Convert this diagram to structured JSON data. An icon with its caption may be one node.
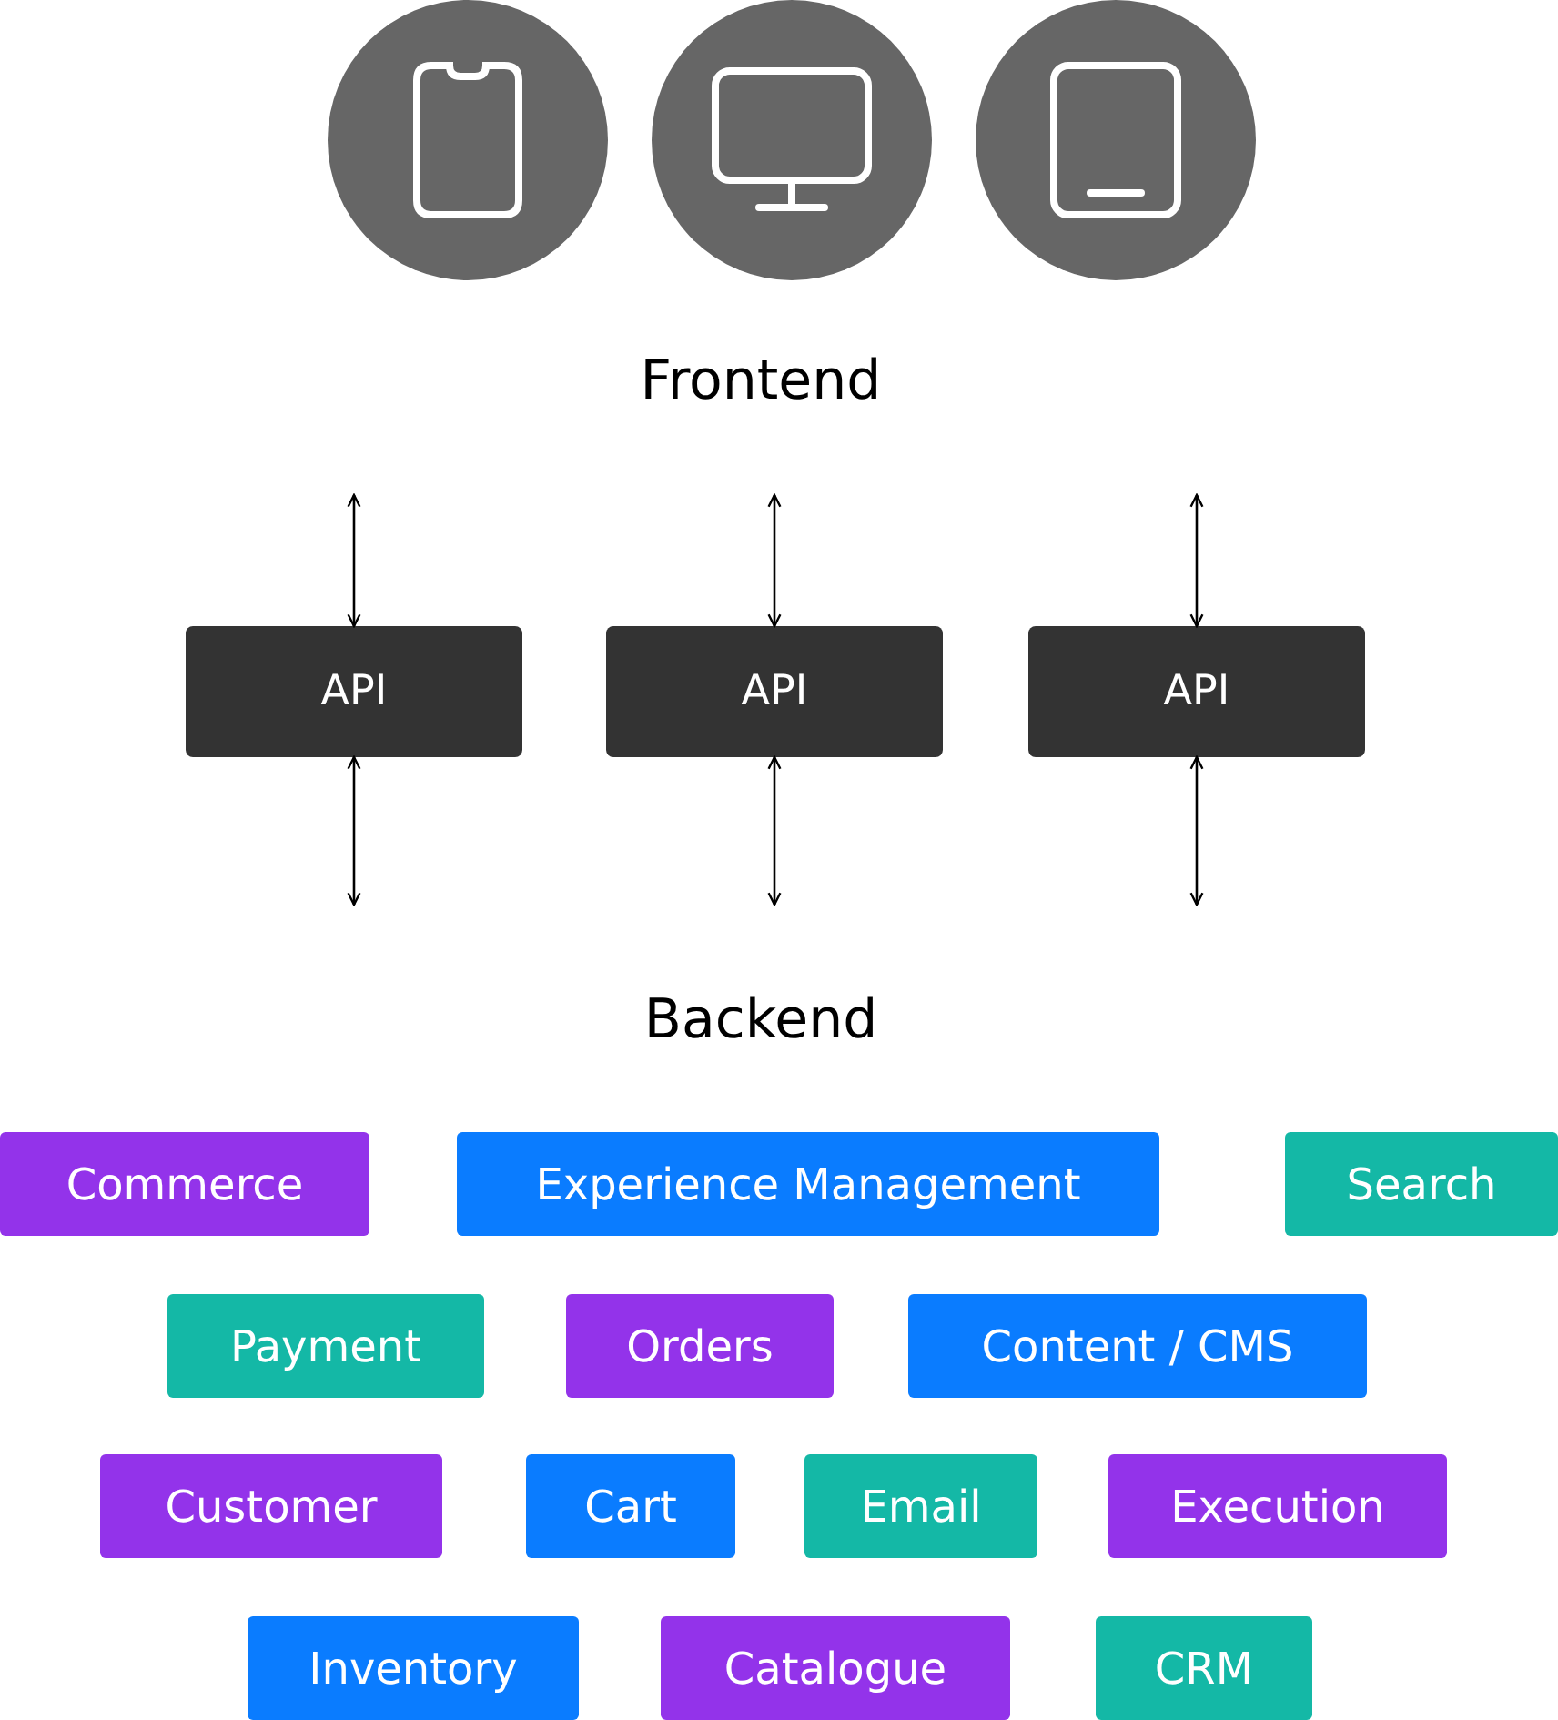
{
  "diagram": {
    "nodes": [
      {
        "text": [],
        "shape": "circle"
      },
      {
        "text": [],
        "shape": "circle"
      },
      {
        "text": [],
        "shape": "circle"
      },
      {
        "text": [
          "API"
        ]
      },
      {
        "text": [
          "API"
        ]
      },
      {
        "text": [
          "API"
        ]
      },
      {
        "text": [
          "Commerce"
        ]
      },
      {
        "text": [
          "Experience Management"
        ]
      },
      {
        "text": [
          "Search"
        ]
      },
      {
        "text": [
          "Payment"
        ]
      },
      {
        "text": [
          "Orders"
        ]
      },
      {
        "text": [
          "Content / CMS"
        ]
      },
      {
        "text": [
          "Customer"
        ]
      },
      {
        "text": [
          "Cart"
        ]
      },
      {
        "text": [
          "Email"
        ]
      },
      {
        "text": [
          "Execution"
        ]
      },
      {
        "text": [
          "Inventory"
        ]
      },
      {
        "text": [
          "Catalogue"
        ]
      },
      {
        "text": [
          "CRM"
        ]
      }
    ],
    "edges": [
      {
        "from": null,
        "to": 3,
        "arrow": "both"
      },
      {
        "from": null,
        "to": 4,
        "arrow": "both"
      },
      {
        "from": null,
        "to": 5,
        "arrow": "both"
      },
      {
        "from": 3,
        "to": null,
        "arrow": "both"
      },
      {
        "from": 4,
        "to": null,
        "arrow": "both"
      },
      {
        "from": 5,
        "to": null,
        "arrow": "both"
      }
    ],
    "labels": [
      "Frontend",
      "Backend"
    ]
  }
}
